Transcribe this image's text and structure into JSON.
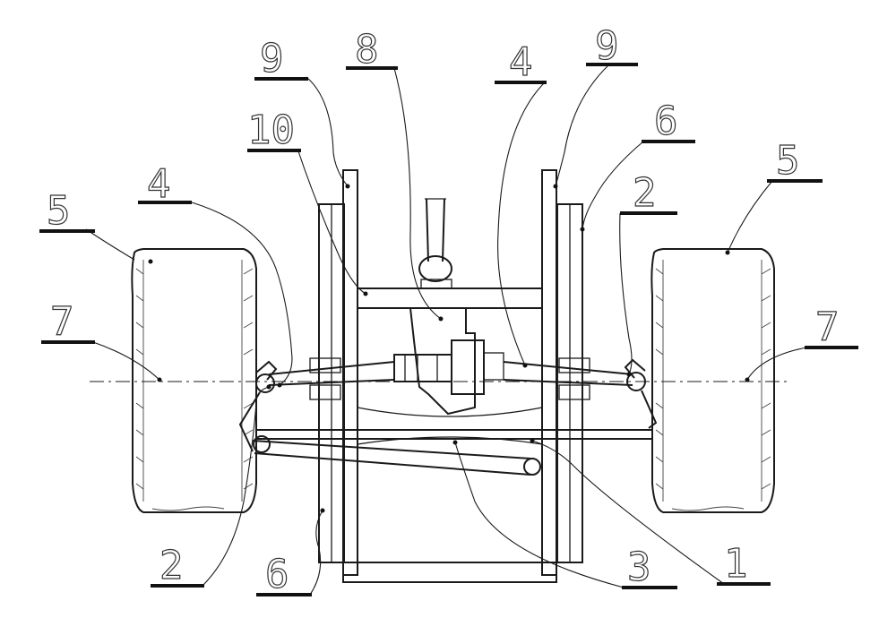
{
  "figure": {
    "callouts": [
      {
        "id": "c9a",
        "text": "9"
      },
      {
        "id": "c8",
        "text": "8"
      },
      {
        "id": "c4a",
        "text": "4"
      },
      {
        "id": "c9b",
        "text": "9"
      },
      {
        "id": "c10",
        "text": "10"
      },
      {
        "id": "c6a",
        "text": "6"
      },
      {
        "id": "c4b",
        "text": "4"
      },
      {
        "id": "c2a",
        "text": "2"
      },
      {
        "id": "c5a",
        "text": "5"
      },
      {
        "id": "c5b",
        "text": "5"
      },
      {
        "id": "c7a",
        "text": "7"
      },
      {
        "id": "c7b",
        "text": "7"
      },
      {
        "id": "c2b",
        "text": "2"
      },
      {
        "id": "c6b",
        "text": "6"
      },
      {
        "id": "c3",
        "text": "3"
      },
      {
        "id": "c1",
        "text": "1"
      }
    ]
  }
}
